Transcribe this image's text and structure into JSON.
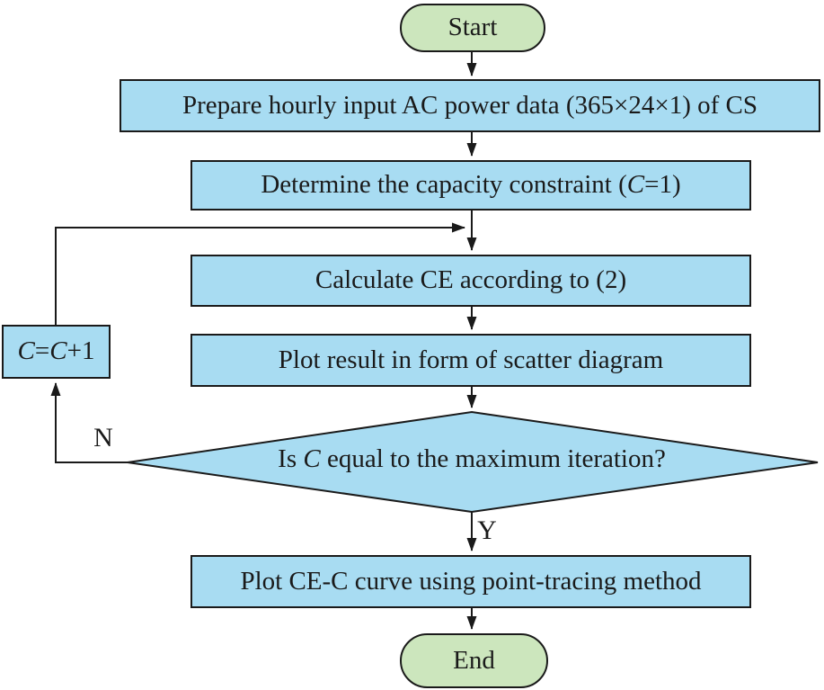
{
  "figure": {
    "type": "flowchart"
  },
  "colors": {
    "process_fill": "#a8dcf2",
    "terminal_fill": "#cce6bd",
    "line": "#1a1a1a",
    "background": "#ffffff"
  },
  "nodes": {
    "start": {
      "label": "Start"
    },
    "prepare_data": {
      "parts": [
        {
          "t": "Prepare hourly input AC power data (365×24×1) of CS"
        }
      ]
    },
    "capacity_constraint": {
      "parts": [
        {
          "t": "Determine the capacity constraint ("
        },
        {
          "t": "C",
          "i": true
        },
        {
          "t": "=1)"
        }
      ]
    },
    "calculate_ce": {
      "parts": [
        {
          "t": "Calculate CE according to (2)"
        }
      ]
    },
    "plot_scatter": {
      "parts": [
        {
          "t": "Plot result in form of scatter diagram"
        }
      ]
    },
    "decision": {
      "parts": [
        {
          "t": "Is "
        },
        {
          "t": "C",
          "i": true
        },
        {
          "t": " equal to the maximum iteration?"
        }
      ]
    },
    "increment": {
      "parts": [
        {
          "t": "C",
          "i": true
        },
        {
          "t": "="
        },
        {
          "t": "C",
          "i": true
        },
        {
          "t": "+1"
        }
      ]
    },
    "plot_curve": {
      "parts": [
        {
          "t": "Plot CE-C curve using point-tracing method"
        }
      ]
    },
    "end": {
      "label": "End"
    }
  },
  "branch_labels": {
    "no": "N",
    "yes": "Y"
  }
}
